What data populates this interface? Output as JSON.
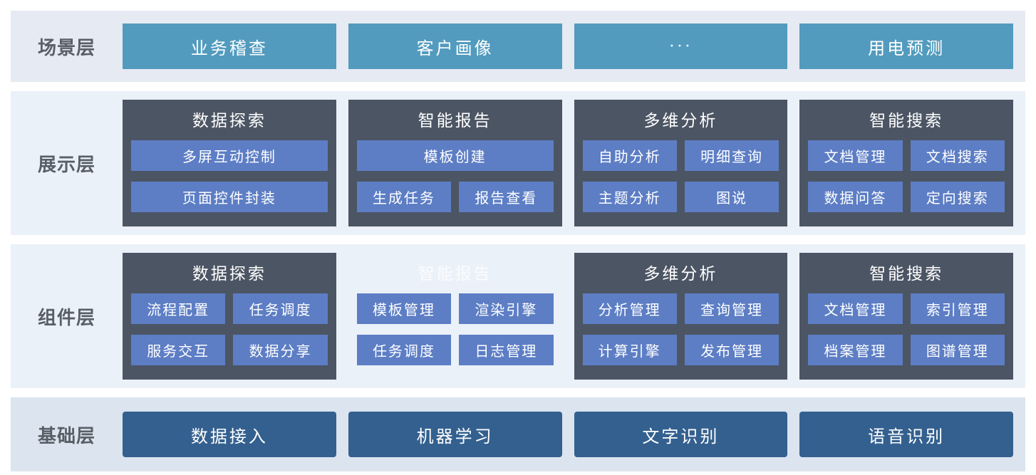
{
  "colors": {
    "label_color": "#595f66",
    "scene_band_bg": "#e6eaf2",
    "display_band_bg": "#ebf1f8",
    "component_band_bg": "#ebf1f8",
    "base_band_bg": "#dce4ef",
    "scene_button_bg": "#529bbe",
    "card_bg": "#4c5564",
    "item_bg": "#5d7ec5",
    "base_button_bg": "#33608f",
    "ghost_title_color": "#fafcff",
    "text_on_dark": "#ffffff"
  },
  "layers": [
    {
      "id": "scene",
      "label": "场景层",
      "type": "buttons",
      "bg": "#e6eaf2",
      "buttons": [
        "业务稽查",
        "客户画像",
        "···",
        "用电预测"
      ]
    },
    {
      "id": "display",
      "label": "展示层",
      "type": "cards",
      "bg": "#ebf1f8",
      "cards": [
        {
          "title": "数据探索",
          "ghost": false,
          "items": [
            {
              "label": "多屏互动控制",
              "span": 2
            },
            {
              "label": "页面控件封装",
              "span": 2
            }
          ]
        },
        {
          "title": "智能报告",
          "ghost": false,
          "items": [
            {
              "label": "模板创建",
              "span": 2
            },
            {
              "label": "生成任务",
              "span": 1
            },
            {
              "label": "报告查看",
              "span": 1
            }
          ]
        },
        {
          "title": "多维分析",
          "ghost": false,
          "items": [
            {
              "label": "自助分析",
              "span": 1
            },
            {
              "label": "明细查询",
              "span": 1
            },
            {
              "label": "主题分析",
              "span": 1
            },
            {
              "label": "图说",
              "span": 1
            }
          ]
        },
        {
          "title": "智能搜索",
          "ghost": false,
          "items": [
            {
              "label": "文档管理",
              "span": 1
            },
            {
              "label": "文档搜索",
              "span": 1
            },
            {
              "label": "数据问答",
              "span": 1
            },
            {
              "label": "定向搜索",
              "span": 1
            }
          ]
        }
      ]
    },
    {
      "id": "component",
      "label": "组件层",
      "type": "cards",
      "bg": "#ebf1f8",
      "cards": [
        {
          "title": "数据探索",
          "ghost": false,
          "items": [
            {
              "label": "流程配置",
              "span": 1
            },
            {
              "label": "任务调度",
              "span": 1
            },
            {
              "label": "服务交互",
              "span": 1
            },
            {
              "label": "数据分享",
              "span": 1
            }
          ]
        },
        {
          "title": "智能报告",
          "ghost": true,
          "items": [
            {
              "label": "模板管理",
              "span": 1
            },
            {
              "label": "渲染引擎",
              "span": 1
            },
            {
              "label": "任务调度",
              "span": 1
            },
            {
              "label": "日志管理",
              "span": 1
            }
          ]
        },
        {
          "title": "多维分析",
          "ghost": false,
          "items": [
            {
              "label": "分析管理",
              "span": 1
            },
            {
              "label": "查询管理",
              "span": 1
            },
            {
              "label": "计算引擎",
              "span": 1
            },
            {
              "label": "发布管理",
              "span": 1
            }
          ]
        },
        {
          "title": "智能搜索",
          "ghost": false,
          "items": [
            {
              "label": "文档管理",
              "span": 1
            },
            {
              "label": "索引管理",
              "span": 1
            },
            {
              "label": "档案管理",
              "span": 1
            },
            {
              "label": "图谱管理",
              "span": 1
            }
          ]
        }
      ]
    },
    {
      "id": "base",
      "label": "基础层",
      "type": "buttons",
      "bg": "#dce4ef",
      "buttons": [
        "数据接入",
        "机器学习",
        "文字识别",
        "语音识别"
      ]
    }
  ]
}
